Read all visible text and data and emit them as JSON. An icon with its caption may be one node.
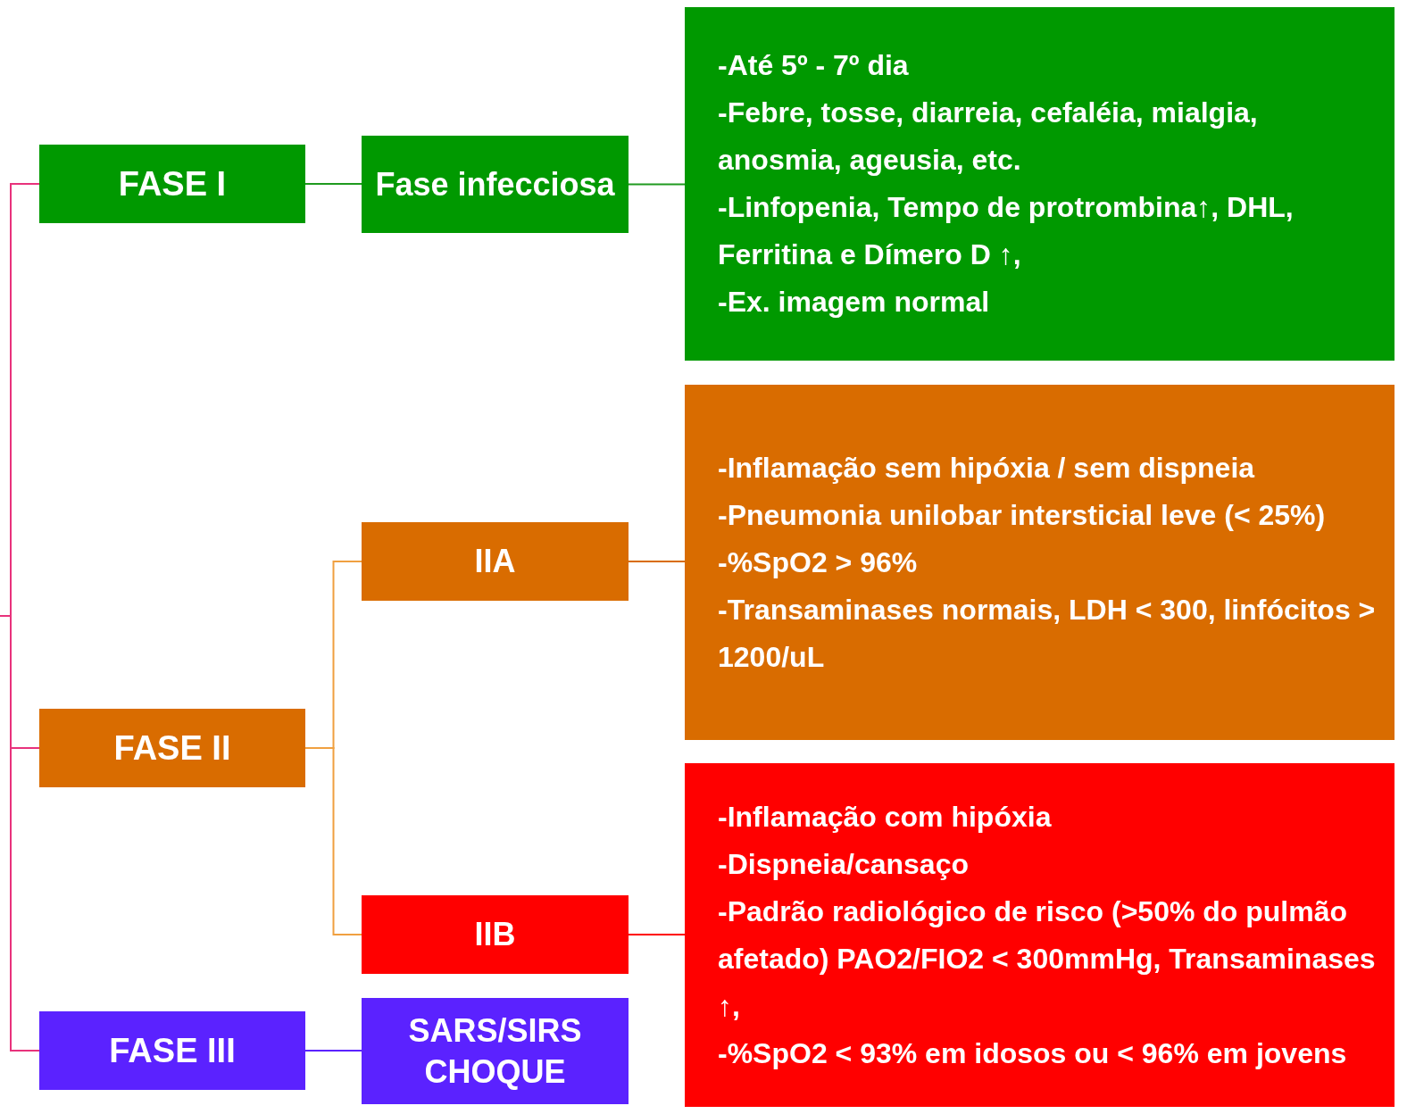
{
  "diagram": {
    "nodes": [
      {
        "text": [
          "FASE I"
        ]
      },
      {
        "text": [
          "Fase infecciosa"
        ]
      },
      {
        "text": [
          "-Até 5º - 7º dia",
          "-Febre, tosse, diarreia, cefaléia, mialgia, anosmia, ageusia, etc.",
          "-Linfopenia, Tempo de protrombina↑, DHL, Ferritina e Dímero D ↑,",
          "-Ex. imagem normal"
        ]
      },
      {
        "text": [
          "IIA"
        ]
      },
      {
        "text": [
          "-Inflamação sem hipóxia / sem dispneia",
          "-Pneumonia unilobar intersticial leve (< 25%)",
          "-%SpO2 > 96%",
          "-Transaminases normais, LDH < 300, linfócitos > 1200/uL"
        ]
      },
      {
        "text": [
          "FASE II"
        ]
      },
      {
        "text": [
          "IIB"
        ]
      },
      {
        "text": [
          "-Inflamação com hipóxia",
          "-Dispneia/cansaço",
          "-Padrão radiológico de risco (>50% do pulmão afetado) PAO2/FIO2 < 300mmHg, Transaminases ↑,",
          "-%SpO2 < 93% em idosos ou < 96% em jovens"
        ]
      },
      {
        "text": [
          "FASE III"
        ]
      },
      {
        "text": [
          "SARS/SIRS",
          "CHOQUE"
        ]
      }
    ],
    "edges": [
      {
        "from": null,
        "to": 0,
        "arrow": "none",
        "color": "#e8327c"
      },
      {
        "from": null,
        "to": 5,
        "arrow": "none",
        "color": "#e8327c"
      },
      {
        "from": null,
        "to": 8,
        "arrow": "none",
        "color": "#e8327c"
      },
      {
        "from": 0,
        "to": 1,
        "arrow": "none",
        "color": "#1f9a1f"
      },
      {
        "from": 1,
        "to": 2,
        "arrow": "none",
        "color": "#1f9a1f"
      },
      {
        "from": 5,
        "to": 3,
        "arrow": "none",
        "color": "#f0a040"
      },
      {
        "from": 5,
        "to": 6,
        "arrow": "none",
        "color": "#f0a040"
      },
      {
        "from": 3,
        "to": 4,
        "arrow": "none",
        "color": "#d96c00"
      },
      {
        "from": 6,
        "to": 7,
        "arrow": "none",
        "color": "#ff0000"
      },
      {
        "from": 8,
        "to": 9,
        "arrow": "none",
        "color": "#5b22ff"
      }
    ]
  }
}
